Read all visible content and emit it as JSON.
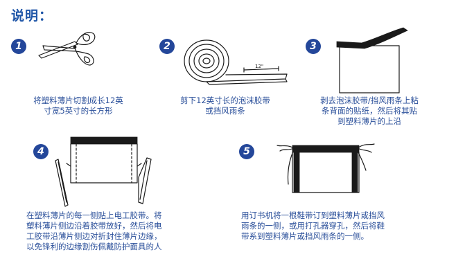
{
  "title": "说明：",
  "steps": [
    {
      "number": "1",
      "lines": [
        "将塑料薄片切割成长12英",
        "寸宽5英寸的长方形"
      ]
    },
    {
      "number": "2",
      "lines": [
        "剪下12英寸长的泡沫胶带",
        "或挡风雨条"
      ],
      "measure_label": "12\""
    },
    {
      "number": "3",
      "lines": [
        "剥去泡沫胶带/挡风雨条上粘",
        "条背面的贴纸，然后将其贴",
        "到塑料薄片的上沿"
      ]
    },
    {
      "number": "4",
      "lines": [
        "在塑料薄片的每一侧贴上电工胶带。将",
        "塑料薄片侧边沿着胶带放好，然后将电",
        "工胶带沿薄片侧边对折封住薄片边缘，",
        "以免锋利的边缘割伤佩戴防护面具的人"
      ]
    },
    {
      "number": "5",
      "lines": [
        "用订书机将一根鞋带订到塑料薄片或挡风",
        "雨条的一侧，或用打孔器穿孔，然后将鞋",
        "带系到塑料薄片或挡风雨条的一侧。"
      ]
    }
  ],
  "colors": {
    "accent": "#24479a",
    "text": "#2a4f9a",
    "ink": "#1a1a1a"
  }
}
